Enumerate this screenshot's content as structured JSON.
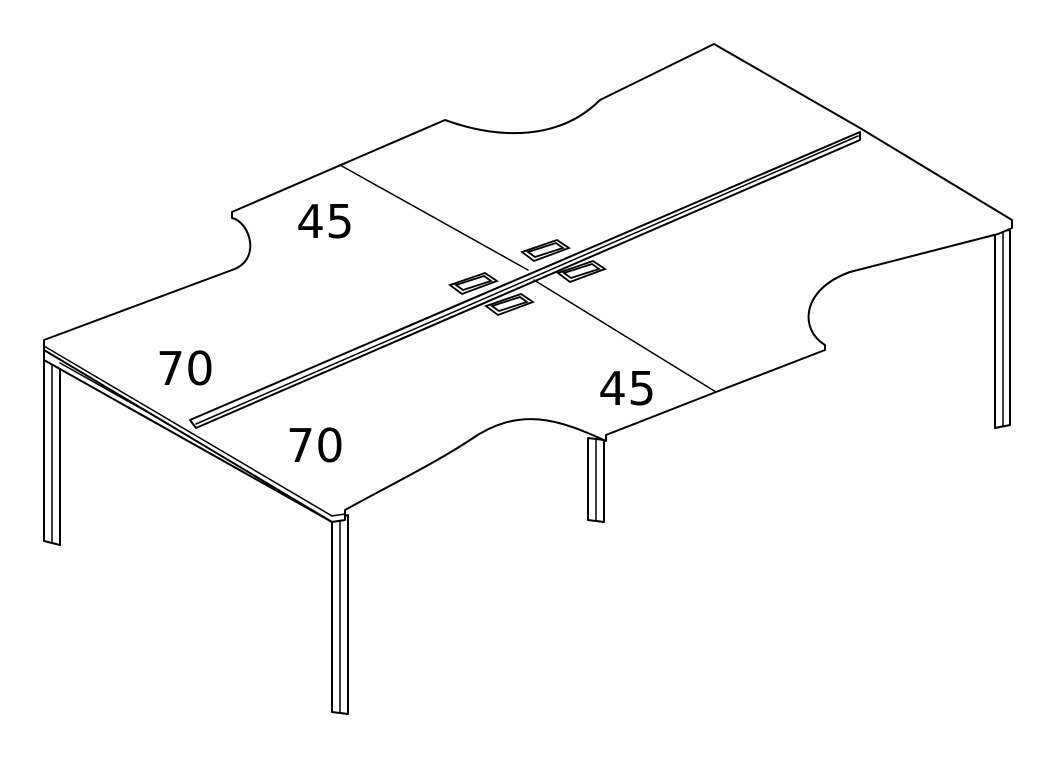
{
  "drawing": {
    "labels": {
      "back_left_desk": "45",
      "front_right_desk": "45",
      "left_desk": "70",
      "front_desk": "70"
    },
    "line_color": "#000000",
    "background_color": "#ffffff",
    "cable_ports": 4,
    "legs": 4
  }
}
